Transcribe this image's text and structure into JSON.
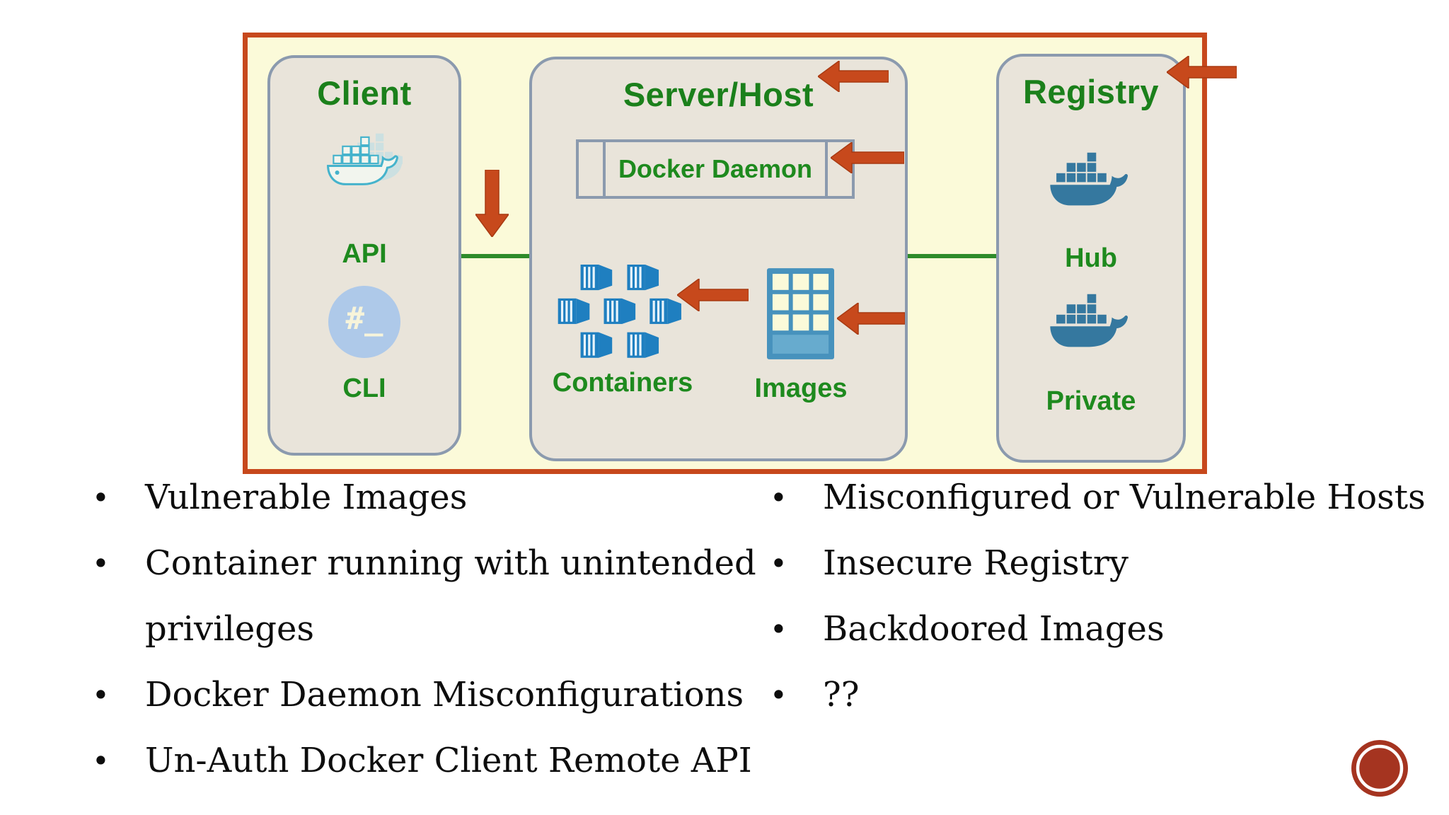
{
  "diagram": {
    "client": {
      "title": "Client",
      "api_label": "API",
      "cli_label": "CLI",
      "cli_symbol": "#_"
    },
    "server": {
      "title": "Server/Host",
      "daemon_label": "Docker Daemon",
      "containers_label": "Containers",
      "images_label": "Images"
    },
    "registry": {
      "title": "Registry",
      "hub_label": "Hub",
      "private_label": "Private"
    }
  },
  "bullets": {
    "glyph": "•",
    "left": [
      "Vulnerable Images",
      "Container running with unintended privileges",
      "Docker Daemon Misconfigurations",
      "Un-Auth Docker Client Remote API"
    ],
    "right": [
      "Misconfigured or Vulnerable Hosts",
      "Insecure Registry",
      "Backdoored Images",
      "??"
    ]
  },
  "colors": {
    "frame_border": "#c7481c",
    "frame_fill": "#fbfad9",
    "node_fill": "#e9e4da",
    "node_border": "#8b9aae",
    "diagram_green": "#1e8a1e",
    "connector_green": "#2e8b2a",
    "arrow_red": "#c7491c",
    "docker_blue": "#35789f",
    "containers_blue": "#1f7fc0",
    "client_teal": "#45b3cc",
    "cli_circle_blue": "#aec9e9",
    "stamp_red": "#a53420",
    "bullet_text": "#0d0d0d"
  }
}
